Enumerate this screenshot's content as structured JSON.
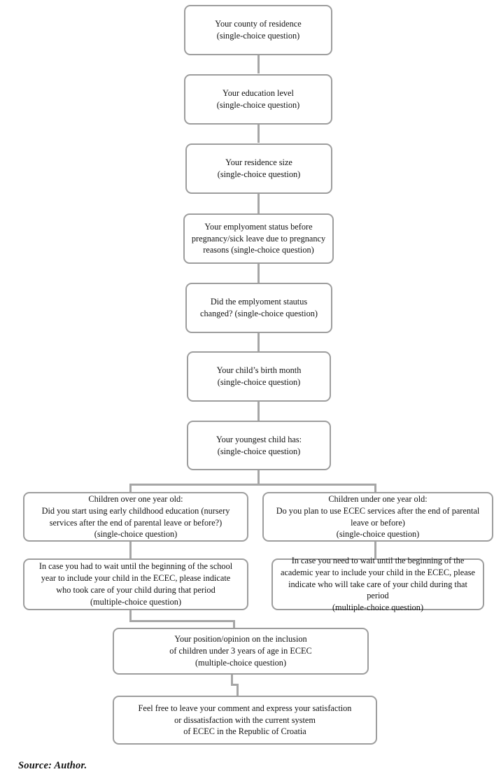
{
  "diagram": {
    "title": "Questionnaire flow diagram",
    "accent_border_color": "#9d9d9d",
    "connector_color": "#a6a6a6",
    "background_color": "#ffffff",
    "text_color": "#111111",
    "nodes": [
      {
        "id": "county",
        "text": "Your county of residence\n(single-choice question)"
      },
      {
        "id": "education",
        "text": "Your education level\n(single-choice question)"
      },
      {
        "id": "residence-size",
        "text": "Your residence size\n(single-choice question)"
      },
      {
        "id": "employment-status",
        "text": "Your emplyoment status before\npregnancy/sick leave due to pregnancy\nreasons (single-choice question)"
      },
      {
        "id": "employment-changed",
        "text": "Did the emplyoment stautus\nchanged? (single-choice question)"
      },
      {
        "id": "birth-month",
        "text": "Your child’s birth month\n(single-choice question)"
      },
      {
        "id": "youngest-child",
        "text": "Your youngest child has:\n(single-choice question)"
      },
      {
        "id": "children-over-one",
        "text": "Children over one year old:\nDid you start using early childhood education (nursery\nservices after the end of parental leave or before?)\n(single-choice question)"
      },
      {
        "id": "children-under-one",
        "text": "Children under one year old:\nDo you plan to use ECEC services after the end of parental\nleave or before)\n(single-choice question)"
      },
      {
        "id": "waited-school-year",
        "text": "In case you had to wait until the beginning of the school\nyear to include your child in the ECEC, please indicate\nwho took care of your child during that period\n(multiple-choice question)"
      },
      {
        "id": "need-wait-academic-year",
        "text": "In case you need to wait until the beginning of the\nacademic year to include your child in the ECEC, please\nindicate who will take care of your child during that period\n(multiple-choice question)"
      },
      {
        "id": "position-opinion",
        "text": "Your position/opinion on the inclusion\nof children under 3 years of age in ECEC\n(multiple-choice question)"
      },
      {
        "id": "comment",
        "text": "Feel free to leave your comment and express your satisfaction\nor dissatisfaction with the current system\nof ECEC in the Republic of Croatia"
      }
    ]
  },
  "caption": {
    "source": "Source: Author."
  }
}
